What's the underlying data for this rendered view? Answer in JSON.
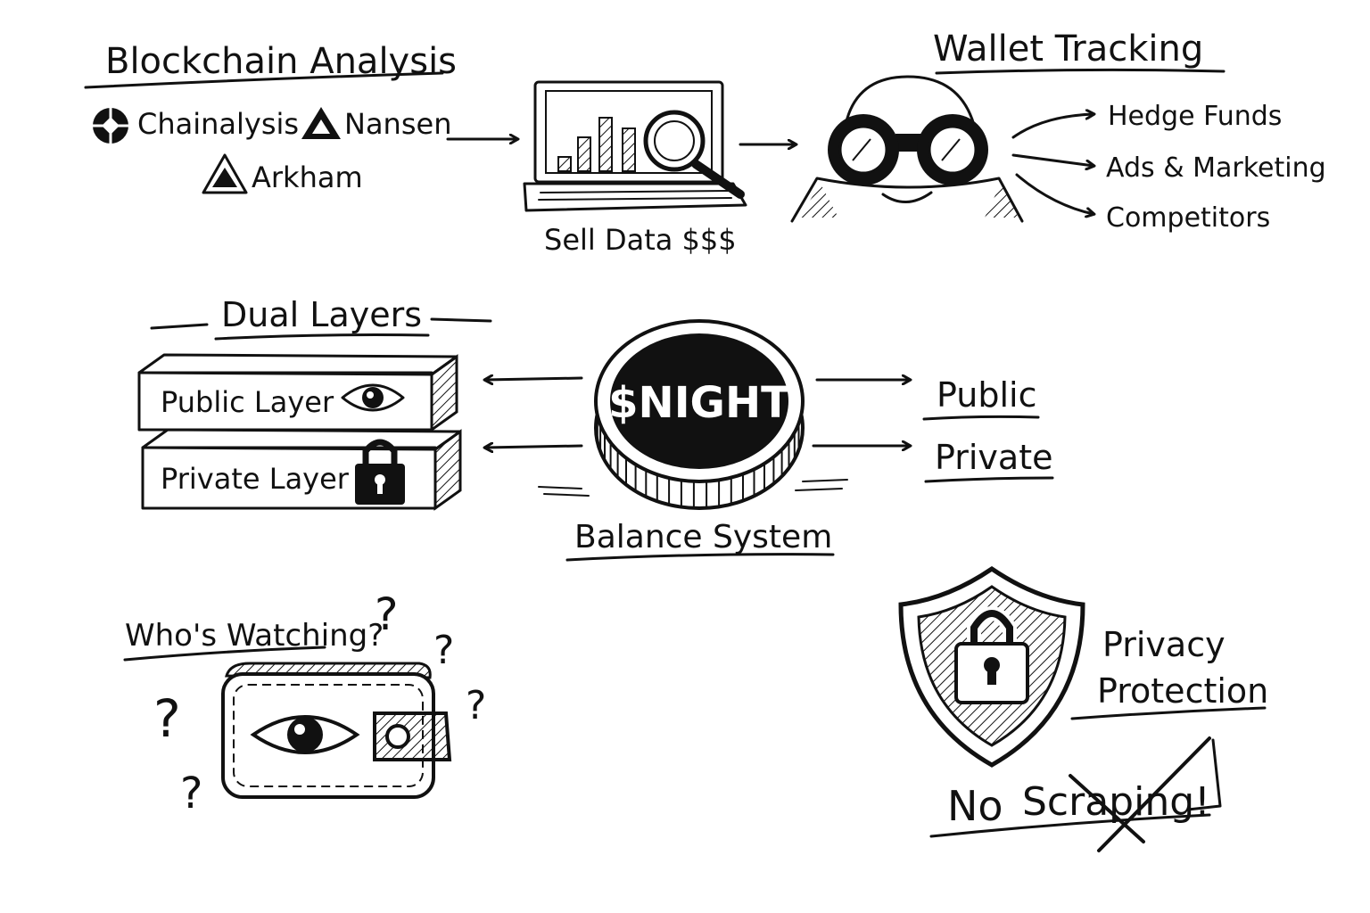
{
  "analysis": {
    "title": "Blockchain Analysis",
    "companies": [
      {
        "name": "Chainalysis",
        "icon": "chainalysis-logo-icon"
      },
      {
        "name": "Nansen",
        "icon": "nansen-logo-icon"
      },
      {
        "name": "Arkham",
        "icon": "arkham-logo-icon"
      }
    ]
  },
  "laptop": {
    "caption": "Sell Data $$$",
    "icon": "laptop-chart-magnifier-icon"
  },
  "tracking": {
    "title": "Wallet Tracking",
    "icon": "binoculars-watcher-icon",
    "targets": [
      "Hedge Funds",
      "Ads & Marketing",
      "Competitors"
    ]
  },
  "layers": {
    "title": "Dual Layers",
    "public_label": "Public Layer",
    "public_icon": "eye-icon",
    "private_label": "Private Layer",
    "private_icon": "padlock-icon"
  },
  "coin": {
    "label": "$NIGHT",
    "caption": "Balance System"
  },
  "outputs": {
    "public": "Public",
    "private": "Private"
  },
  "watching": {
    "title": "Who's Watching?",
    "icon": "wallet-eye-icon",
    "marks": [
      "?",
      "?",
      "?",
      "?",
      "?"
    ]
  },
  "privacy": {
    "title_line1": "Privacy",
    "title_line2": "Protection",
    "icon": "shield-lock-icon",
    "no_text": "No",
    "struck_text": "Scraping!"
  },
  "colors": {
    "ink": "#111111",
    "paper": "#ffffff"
  }
}
